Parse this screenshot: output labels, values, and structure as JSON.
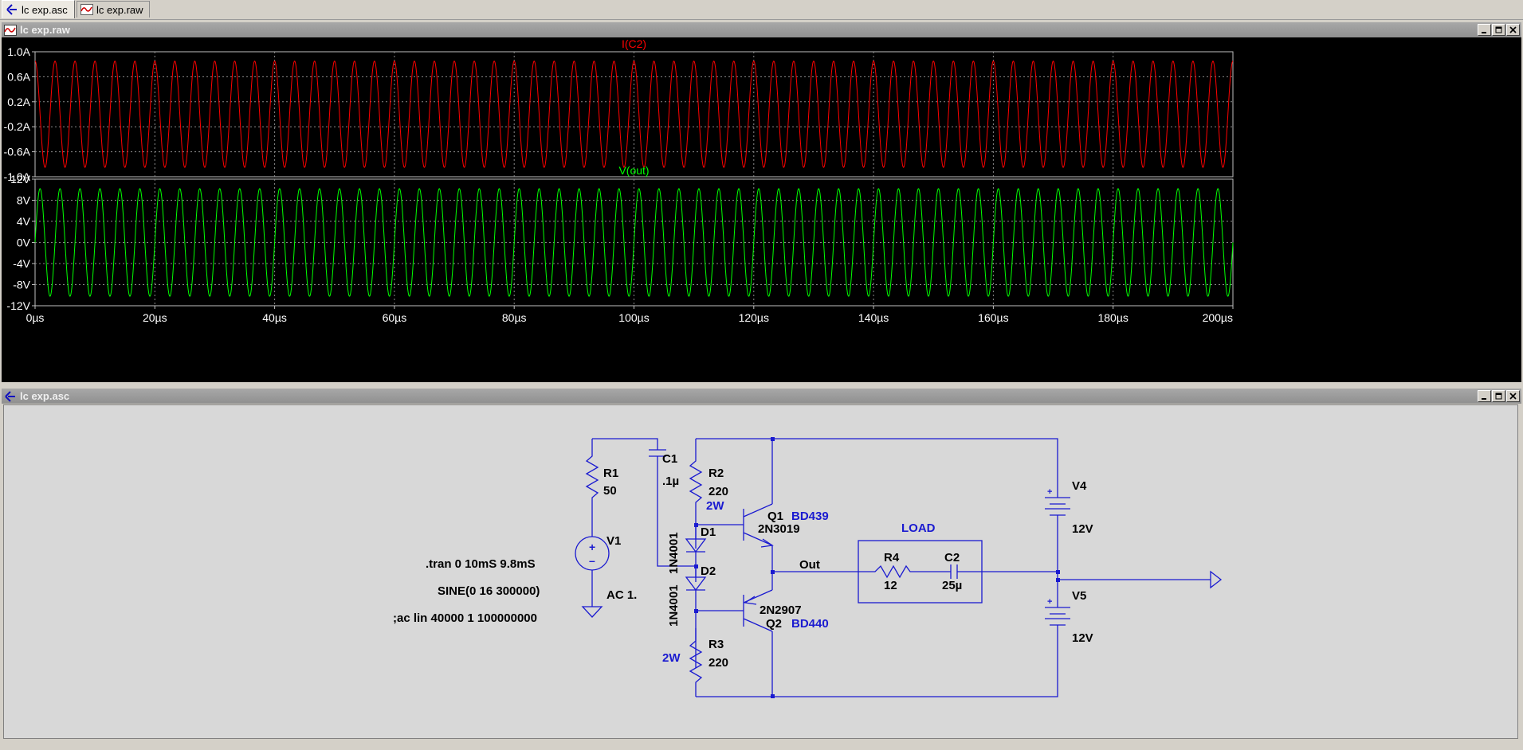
{
  "tabs": [
    {
      "label": "lc exp.asc"
    },
    {
      "label": "lc exp.raw"
    }
  ],
  "plot_window": {
    "title": "lc exp.raw",
    "pane1": {
      "trace": "I(C2)",
      "color": "#ff0000",
      "ticks": [
        "1.0A",
        "0.6A",
        "0.2A",
        "-0.2A",
        "-0.6A",
        "-1.0A"
      ]
    },
    "pane2": {
      "trace": "V(out)",
      "color": "#00ff00",
      "ticks": [
        "12V",
        "8V",
        "4V",
        "0V",
        "-4V",
        "-8V",
        "-12V"
      ]
    },
    "x_ticks": [
      "0µs",
      "20µs",
      "40µs",
      "60µs",
      "80µs",
      "100µs",
      "120µs",
      "140µs",
      "160µs",
      "180µs",
      "200µs"
    ]
  },
  "chart_data": [
    {
      "type": "line",
      "title": "I(C2)",
      "xlabel": "",
      "ylabel": "",
      "x_unit": "µs",
      "xlim": [
        0,
        200
      ],
      "ylim": [
        -1.0,
        1.0
      ],
      "grid": true,
      "series": [
        {
          "name": "I(C2)",
          "waveform": "sine",
          "amplitude": 0.85,
          "offset": 0,
          "frequency_hz": 300000,
          "phase": "cosine"
        }
      ]
    },
    {
      "type": "line",
      "title": "V(out)",
      "xlabel": "",
      "ylabel": "",
      "x_unit": "µs",
      "xlim": [
        0,
        200
      ],
      "ylim": [
        -12,
        12
      ],
      "grid": true,
      "series": [
        {
          "name": "V(out)",
          "waveform": "sine",
          "amplitude": 10.2,
          "offset": 0,
          "frequency_hz": 300000,
          "phase": "sine"
        }
      ]
    }
  ],
  "schematic_window": {
    "title": "lc exp.asc",
    "directives": [
      ".tran 0 10mS 9.8mS",
      "SINE(0 16 300000)",
      ";ac lin 40000 1 100000000"
    ],
    "components": {
      "r1_name": "R1",
      "r1_val": "50",
      "c1_name": "C1",
      "c1_val": ".1µ",
      "r2_name": "R2",
      "r2_val": "220",
      "r2_pw": "2W",
      "q1_name": "Q1",
      "q1_model": "2N3019",
      "q1_alt": "BD439",
      "d1_name": "D1",
      "d1_model": "1N4001",
      "d2_name": "D2",
      "d2_model": "1N4001",
      "q2_name": "Q2",
      "q2_model": "2N2907",
      "q2_alt": "BD440",
      "r3_name": "R3",
      "r3_val": "220",
      "r3_pw": "2W",
      "v1_name": "V1",
      "v1_ac": "AC 1.",
      "v4_name": "V4",
      "v4_val": "12V",
      "v5_name": "V5",
      "v5_val": "12V",
      "load_label": "LOAD",
      "r4_name": "R4",
      "r4_val": "12",
      "c2_name": "C2",
      "c2_val": "25µ",
      "out_label": "Out"
    }
  }
}
